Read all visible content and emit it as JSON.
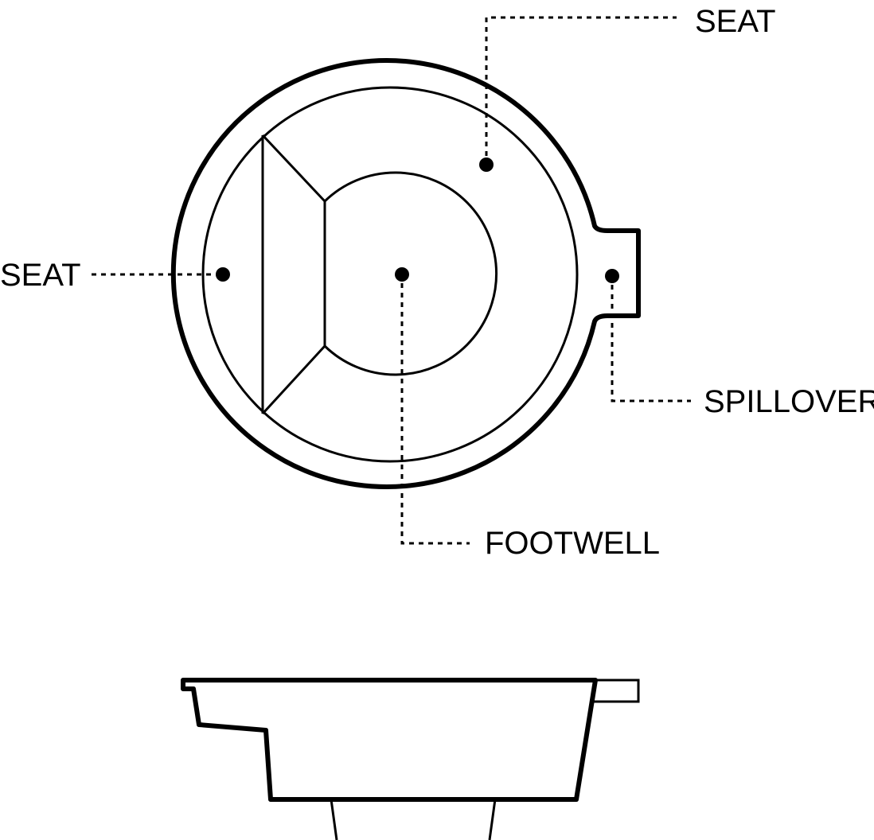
{
  "labels": {
    "seat_top": "SEAT",
    "seat_left": "SEAT",
    "spillover": "SPILLOVER",
    "footwell": "FOOTWELL"
  }
}
